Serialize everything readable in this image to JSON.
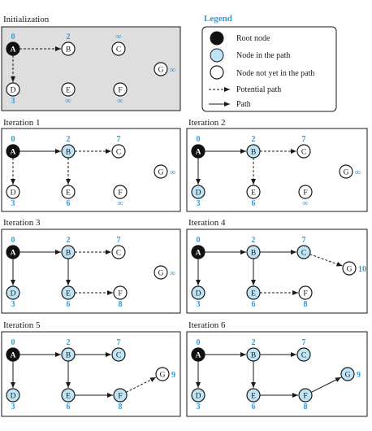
{
  "legend": {
    "title": "Legend",
    "items": [
      {
        "key": "root",
        "label": "Root node"
      },
      {
        "key": "path_node",
        "label": "Node in the path"
      },
      {
        "key": "unvisited",
        "label": "Node not yet in the path"
      },
      {
        "key": "potential",
        "label": "Potential path"
      },
      {
        "key": "path",
        "label": "Path"
      }
    ]
  },
  "colors": {
    "accent_blue": "#2f9bd6",
    "path_node_fill": "#bfe4f5",
    "root_fill": "#111111",
    "init_panel_bg": "#dedede"
  },
  "node_names": [
    "A",
    "B",
    "C",
    "D",
    "E",
    "F",
    "G"
  ],
  "panels": [
    {
      "title": "Initialization",
      "states": {
        "A": "root",
        "B": "unvisited",
        "C": "unvisited",
        "D": "unvisited",
        "E": "unvisited",
        "F": "unvisited",
        "G": "unvisited"
      },
      "distances": {
        "A": "0",
        "B": "2",
        "C": "∞",
        "D": "3",
        "E": "∞",
        "F": "∞",
        "G": "∞"
      },
      "edges": [
        {
          "from": "A",
          "to": "B",
          "style": "potential"
        },
        {
          "from": "A",
          "to": "D",
          "style": "potential"
        }
      ]
    },
    {
      "title": "Iteration 1",
      "states": {
        "A": "root",
        "B": "path_node",
        "C": "unvisited",
        "D": "unvisited",
        "E": "unvisited",
        "F": "unvisited",
        "G": "unvisited"
      },
      "distances": {
        "A": "0",
        "B": "2",
        "C": "7",
        "D": "3",
        "E": "6",
        "F": "∞",
        "G": "∞"
      },
      "edges": [
        {
          "from": "A",
          "to": "B",
          "style": "path"
        },
        {
          "from": "B",
          "to": "C",
          "style": "potential"
        },
        {
          "from": "A",
          "to": "D",
          "style": "potential"
        },
        {
          "from": "B",
          "to": "E",
          "style": "potential"
        }
      ]
    },
    {
      "title": "Iteration 2",
      "states": {
        "A": "root",
        "B": "path_node",
        "C": "unvisited",
        "D": "path_node",
        "E": "unvisited",
        "F": "unvisited",
        "G": "unvisited"
      },
      "distances": {
        "A": "0",
        "B": "2",
        "C": "7",
        "D": "3",
        "E": "6",
        "F": "∞",
        "G": "∞"
      },
      "edges": [
        {
          "from": "A",
          "to": "B",
          "style": "path"
        },
        {
          "from": "B",
          "to": "C",
          "style": "potential"
        },
        {
          "from": "A",
          "to": "D",
          "style": "path"
        },
        {
          "from": "B",
          "to": "E",
          "style": "potential"
        }
      ]
    },
    {
      "title": "Iteration 3",
      "states": {
        "A": "root",
        "B": "path_node",
        "C": "unvisited",
        "D": "path_node",
        "E": "path_node",
        "F": "unvisited",
        "G": "unvisited"
      },
      "distances": {
        "A": "0",
        "B": "2",
        "C": "7",
        "D": "3",
        "E": "6",
        "F": "8",
        "G": "∞"
      },
      "edges": [
        {
          "from": "A",
          "to": "B",
          "style": "path"
        },
        {
          "from": "B",
          "to": "C",
          "style": "potential"
        },
        {
          "from": "A",
          "to": "D",
          "style": "path"
        },
        {
          "from": "B",
          "to": "E",
          "style": "path"
        },
        {
          "from": "E",
          "to": "F",
          "style": "potential"
        }
      ]
    },
    {
      "title": "Iteration 4",
      "states": {
        "A": "root",
        "B": "path_node",
        "C": "path_node",
        "D": "path_node",
        "E": "path_node",
        "F": "unvisited",
        "G": "unvisited"
      },
      "distances": {
        "A": "0",
        "B": "2",
        "C": "7",
        "D": "3",
        "E": "6",
        "F": "8",
        "G": "10"
      },
      "edges": [
        {
          "from": "A",
          "to": "B",
          "style": "path"
        },
        {
          "from": "B",
          "to": "C",
          "style": "path"
        },
        {
          "from": "A",
          "to": "D",
          "style": "path"
        },
        {
          "from": "B",
          "to": "E",
          "style": "path"
        },
        {
          "from": "E",
          "to": "F",
          "style": "potential"
        },
        {
          "from": "C",
          "to": "G",
          "style": "potential"
        }
      ]
    },
    {
      "title": "Iteration 5",
      "states": {
        "A": "root",
        "B": "path_node",
        "C": "path_node",
        "D": "path_node",
        "E": "path_node",
        "F": "path_node",
        "G": "unvisited"
      },
      "distances": {
        "A": "0",
        "B": "2",
        "C": "7",
        "D": "3",
        "E": "6",
        "F": "8",
        "G": "9"
      },
      "edges": [
        {
          "from": "A",
          "to": "B",
          "style": "path"
        },
        {
          "from": "B",
          "to": "C",
          "style": "path"
        },
        {
          "from": "A",
          "to": "D",
          "style": "path"
        },
        {
          "from": "B",
          "to": "E",
          "style": "path"
        },
        {
          "from": "E",
          "to": "F",
          "style": "path"
        },
        {
          "from": "F",
          "to": "G",
          "style": "potential"
        }
      ]
    },
    {
      "title": "Iteration 6",
      "states": {
        "A": "root",
        "B": "path_node",
        "C": "path_node",
        "D": "path_node",
        "E": "path_node",
        "F": "path_node",
        "G": "path_node"
      },
      "distances": {
        "A": "0",
        "B": "2",
        "C": "7",
        "D": "3",
        "E": "6",
        "F": "8",
        "G": "9"
      },
      "edges": [
        {
          "from": "A",
          "to": "B",
          "style": "path"
        },
        {
          "from": "B",
          "to": "C",
          "style": "path"
        },
        {
          "from": "A",
          "to": "D",
          "style": "path"
        },
        {
          "from": "B",
          "to": "E",
          "style": "path"
        },
        {
          "from": "E",
          "to": "F",
          "style": "path"
        },
        {
          "from": "F",
          "to": "G",
          "style": "path"
        }
      ]
    }
  ]
}
